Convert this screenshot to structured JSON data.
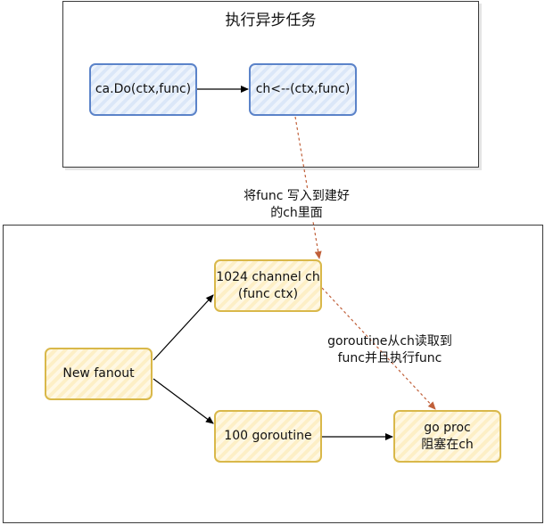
{
  "diagram": {
    "title": "执行异步任务",
    "nodes": {
      "ca_do": "ca.Do(ctx,func)",
      "ch_send": "ch<--(ctx,func)",
      "channel_line1": "1024 channel ch",
      "channel_line2": "(func ctx)",
      "new_fanout": "New fanout",
      "goroutine": "100 goroutine",
      "go_proc_line1": "go proc",
      "go_proc_line2": "阻塞在ch"
    },
    "edge_labels": {
      "write_line1": "将func 写入到建好",
      "write_line2": "的ch里面",
      "read_line1": "goroutine从ch读取到",
      "read_line2": "func并且执行func"
    },
    "colors": {
      "blue_border": "#5b83c9",
      "yellow_border": "#d9b84a",
      "dashed_edge": "#c0603a"
    }
  }
}
